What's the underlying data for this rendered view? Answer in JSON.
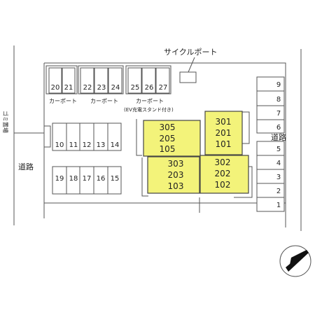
{
  "labels": {
    "cycle_port": "サイクルポート",
    "road_left": "道路",
    "road_right": "道路",
    "garbage": "ゴミ置場",
    "carport_1": "カーポート",
    "carport_2": "カーポート",
    "carport_3": "カーポート",
    "ev_note": "(EV充電スタンド付き)"
  },
  "parking": {
    "top_group_1": [
      "20",
      "21"
    ],
    "top_group_2": [
      "22",
      "23",
      "24"
    ],
    "top_group_3": [
      "25",
      "26",
      "27"
    ],
    "middle_row": [
      "10",
      "11",
      "12",
      "13",
      "14"
    ],
    "bottom_row": [
      "19",
      "18",
      "17",
      "16",
      "15"
    ],
    "right_column": [
      "9",
      "8",
      "7",
      "6",
      "5",
      "4",
      "3",
      "2",
      "1"
    ]
  },
  "buildings": {
    "b1": [
      "305",
      "205",
      "105"
    ],
    "b2": [
      "301",
      "201",
      "101"
    ],
    "b3": [
      "303",
      "203",
      "103"
    ],
    "b4": [
      "302",
      "202",
      "102"
    ]
  },
  "colors": {
    "building_fill": "#f3f37a",
    "line": "#555555"
  }
}
